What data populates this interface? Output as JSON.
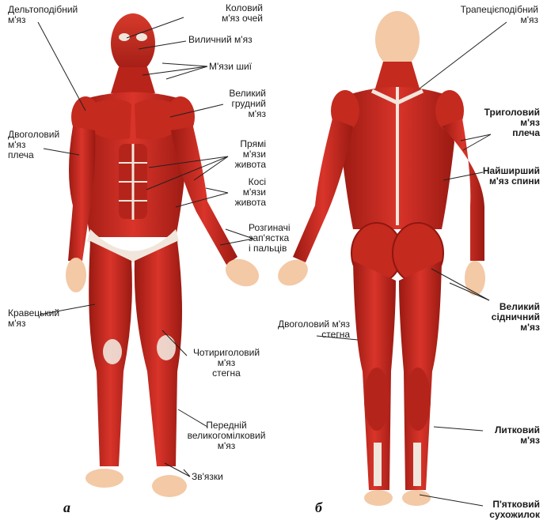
{
  "figure_front": {
    "letter": "а",
    "labels": {
      "deltoid": "Дельтоподібний\nм'яз",
      "orbicularis_oculi": "Коловий\nм'яз очей",
      "zygomatic": "Виличний м'яз",
      "neck": "М'язи шиї",
      "pectoralis": "Великий\nгрудний\nм'яз",
      "biceps": "Двоголовий\nм'яз\nплеча",
      "rectus_abdominis": "Прямі\nм'язи\nживота",
      "obliques": "Косі\nм'язи\nживота",
      "extensors": "Розгиначі\nзап'ястка\nі пальців",
      "sartorius": "Кравецький\nм'яз",
      "quadriceps": "Чотириголовий\nм'яз\nстегна",
      "tibialis": "Передній\nвеликогомілковий\nм'яз",
      "ligaments": "Зв'язки"
    }
  },
  "figure_back": {
    "letter": "б",
    "labels": {
      "trapezius": "Трапецієподібний\nм'яз",
      "triceps": "Триголовий\nм'яз\nплеча",
      "latissimus": "Найширший\nм'яз спини",
      "gluteus": "Великий\nсідничний\nм'яз",
      "hamstring": "Двоголовий м'яз\nстегна",
      "gastrocnemius": "Литковий\nм'яз",
      "achilles": "П'ятковий\nсухожилок"
    }
  },
  "colors": {
    "muscle": "#c8281c",
    "muscle_dark": "#8e1710",
    "muscle_light": "#e2563f",
    "tendon": "#f1e6dc",
    "skin": "#f3c9a6",
    "line": "#222222"
  }
}
